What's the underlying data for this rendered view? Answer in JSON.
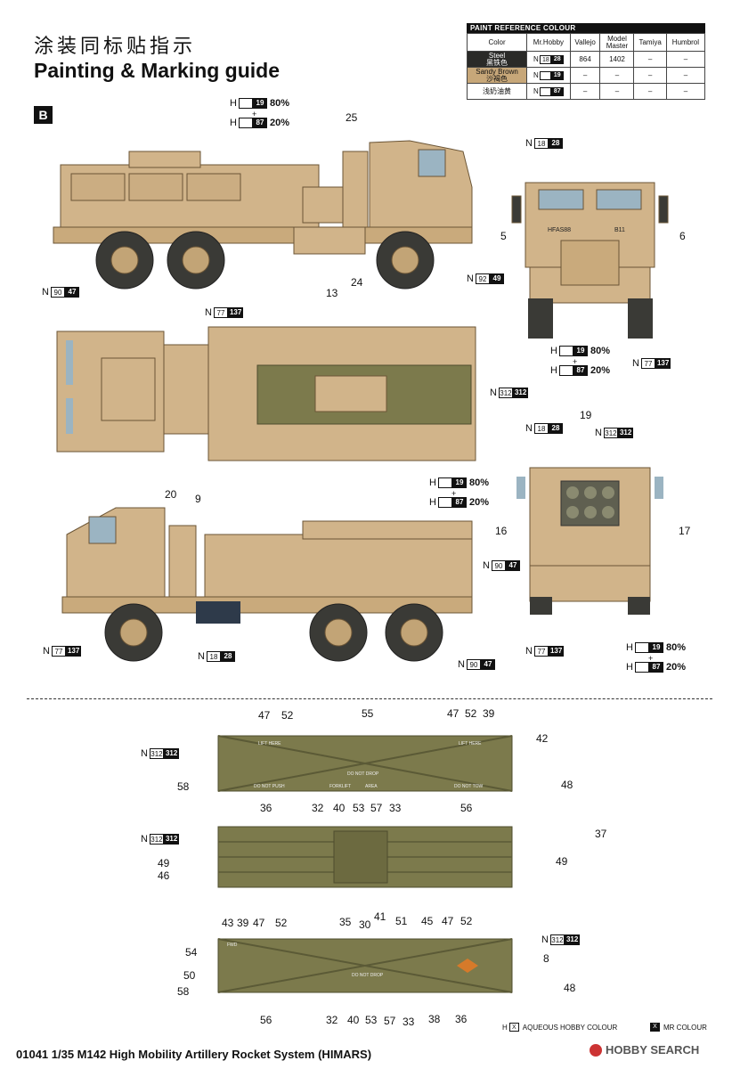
{
  "header": {
    "title_cn": "涂装同标贴指示",
    "title_en": "Painting & Marking guide"
  },
  "paint_reference": {
    "title": "PAINT REFERENCE COLOUR",
    "columns": [
      "Color",
      "Mr.Hobby",
      "Vallejo",
      "Model Master",
      "Tamiya",
      "Humbrol"
    ],
    "rows": [
      {
        "color_en": "Steel",
        "color_cn": "黑铁色",
        "n": "18",
        "mr": "28",
        "vallejo": "864",
        "model_master": "1402",
        "tamiya": "–",
        "humbrol": "–",
        "swatch": "#2a2a28"
      },
      {
        "color_en": "Sandy Brown",
        "color_cn": "沙褐色",
        "n": "",
        "mr": "19",
        "vallejo": "–",
        "model_master": "–",
        "tamiya": "–",
        "humbrol": "–",
        "swatch": "#c7a779"
      },
      {
        "color_en": "",
        "color_cn": "浅奶油黄",
        "n": "",
        "mr": "87",
        "vallejo": "–",
        "model_master": "–",
        "tamiya": "–",
        "humbrol": "–",
        "swatch": "#ffffff"
      }
    ]
  },
  "section_label": "B",
  "callouts": {
    "h19": "H",
    "h19_num": "19",
    "p80": "80%",
    "plus": "+",
    "h87": "H",
    "h87_num": "87",
    "p20": "20%",
    "n": "N",
    "c18": "18",
    "c28": "28",
    "c90": "90",
    "c47": "47",
    "c77": "77",
    "c137": "137",
    "c92": "92",
    "c49": "49",
    "c312": "312"
  },
  "marker_numbers": {
    "side_top": [
      "25",
      "5",
      "6",
      "13",
      "24"
    ],
    "side_left": [
      "20",
      "9",
      "19",
      "16",
      "17"
    ],
    "pod1": [
      "47",
      "52",
      "55",
      "47",
      "52",
      "39",
      "42",
      "58",
      "48",
      "36",
      "32",
      "40",
      "53",
      "57",
      "33",
      "56"
    ],
    "pod2": [
      "37",
      "49",
      "49",
      "46",
      "35"
    ],
    "pod3": [
      "43",
      "39",
      "47",
      "52",
      "30",
      "41",
      "51",
      "45",
      "47",
      "52",
      "54",
      "8",
      "50",
      "58",
      "48",
      "56",
      "32",
      "40",
      "53",
      "57",
      "33",
      "38",
      "36"
    ]
  },
  "pod_stencils": {
    "lift_here": "LIFT HERE",
    "lift_here2": "LIFT HERE",
    "fwd": "FWD",
    "do_not_drop": "DO NOT DROP",
    "do_not_push": "DO NOT PUSH",
    "do_not_tow": "DO NOT TOW",
    "forklift": "FORKLIFT",
    "area": "AREA"
  },
  "vehicle_text": {
    "bumper_id": "HFAS88",
    "bumper_id2": "B11"
  },
  "legend": {
    "aqueous_prefix": "H",
    "aqueous_box": "X",
    "aqueous_label": "AQUEOUS HOBBY COLOUR",
    "mr_box": "X",
    "mr_label": "MR COLOUR"
  },
  "footer": {
    "product": "01041 1/35 M142 High Mobility Artillery Rocket System (HIMARS)"
  },
  "watermark": "HOBBY SEARCH"
}
